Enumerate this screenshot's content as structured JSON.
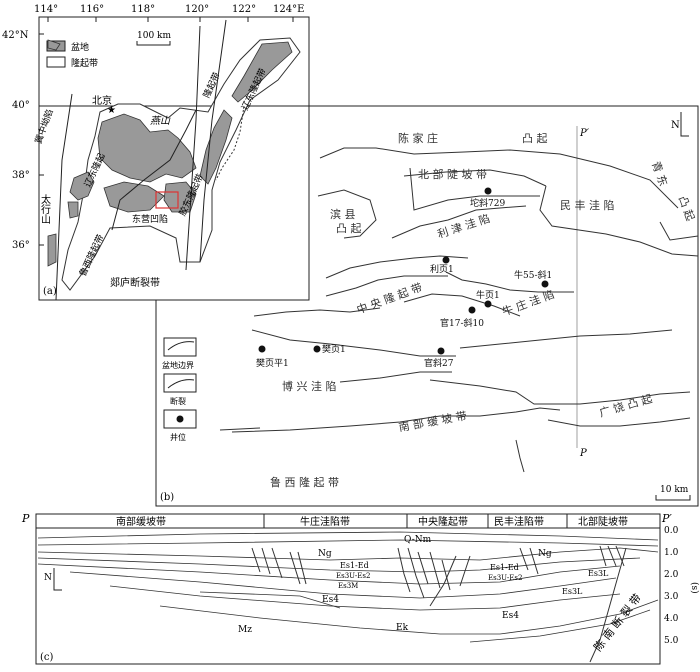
{
  "panel_a": {
    "panel_label": "(a)",
    "lon_labels": [
      "114°",
      "116°",
      "118°",
      "120°",
      "122°",
      "124°E"
    ],
    "lat_labels": [
      "42°N",
      "40°",
      "38°",
      "36°"
    ],
    "scale": "100 km",
    "legend": [
      "盆地",
      "隆起带"
    ],
    "beijing": "北京",
    "yanshan": "燕山",
    "taihang": "太行山",
    "jizhong": "冀中坳陷",
    "liaodong_low": "辽东隆起",
    "liaodong_upper": "隆起带",
    "liaodong_upper2": "辽东隆起带",
    "dongying": "东营凹陷",
    "jiaodong": "胶东隆起带",
    "luxi": "鲁西隆起带",
    "tanlu": "郯庐断裂带",
    "other": "隆起带"
  },
  "panel_b": {
    "panel_label": "(b)",
    "scale": "10 km",
    "north": "N",
    "section_top": "P′",
    "section_bottom": "P",
    "units": {
      "chenjiazhuang": "陈 家 庄",
      "tuqi": "凸 起",
      "beibu": "北 部 陡 坡 带",
      "binxian1": "滨 县",
      "binxian2": "凸 起",
      "lijin": "利 津 洼 陷",
      "minfeng": "民 丰 洼 陷",
      "qingdong1": "青 东",
      "qingdong2": "凸 起",
      "zhongyang": "中 央 隆 起 带",
      "niuzhuang": "牛 庄 洼 陷",
      "boxing": "博 兴 洼 陷",
      "nanbu": "南 部 缓 坡 带",
      "guangrao": "广 饶 凸 起",
      "luxi": "鲁 西 隆 起 带"
    },
    "wells": [
      "坨斜729",
      "利页1",
      "牛55-斜1",
      "牛页1",
      "官17-斜10",
      "樊页1",
      "樊页平1",
      "官斜27"
    ],
    "legend": [
      "盆地边界",
      "断裂",
      "井位"
    ]
  },
  "panel_c": {
    "panel_label": "(c)",
    "left_end": "P",
    "right_end": "P′",
    "zones": [
      "南部缓坡带",
      "牛庄洼陷带",
      "中央隆起带",
      "民丰洼陷带",
      "北部陡坡带"
    ],
    "axis_ticks": [
      "0.0",
      "1.0",
      "2.0",
      "3.0",
      "4.0",
      "5.0"
    ],
    "axis_unit": "(s)",
    "north": "N",
    "strata": {
      "qnm": "Q-Nm",
      "ng_left": "Ng",
      "ng_right": "Ng",
      "es1ed_left": "Es1-Ed",
      "es3es2_left": "Es3U-Es2",
      "es3m_left": "Es3M",
      "es1ed_right": "Es1-Ed",
      "es3es2_right": "Es3U-Es2",
      "es3_right": "Es3L",
      "es3_right2": "Es3L",
      "es4_left": "Es4",
      "es4_right": "Es4",
      "mz": "Mz",
      "ek": "Ek",
      "fault": "陈 南 断 裂 带"
    }
  }
}
